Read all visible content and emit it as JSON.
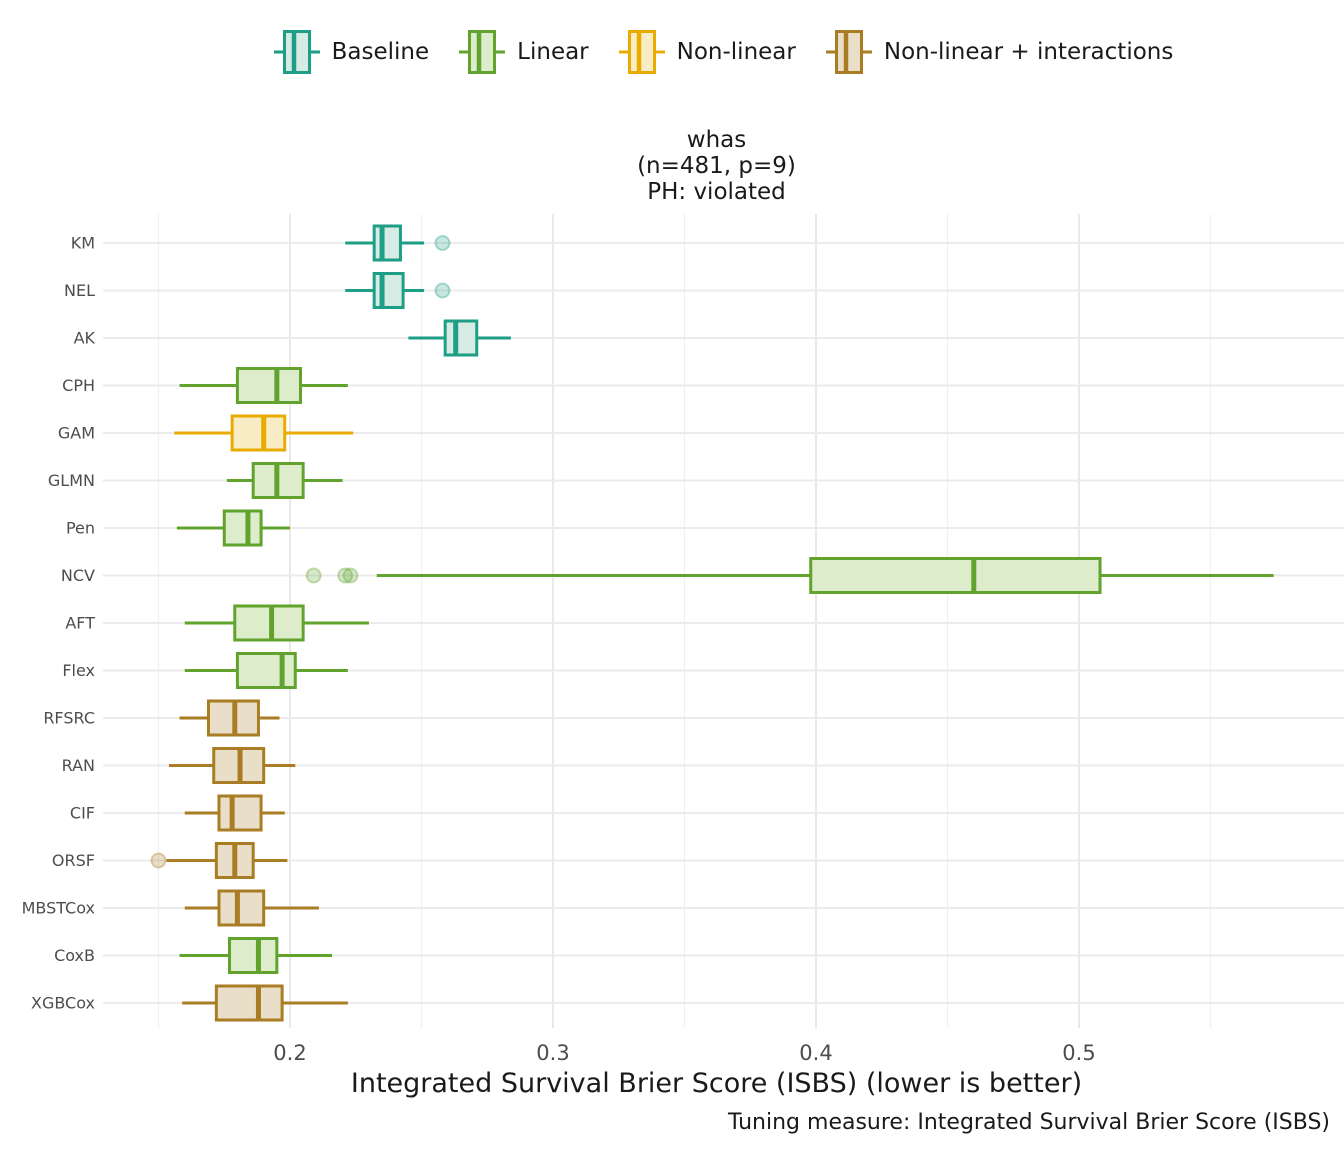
{
  "legend": {
    "items": [
      {
        "label": "Baseline",
        "stroke": "#1f9e87",
        "fill": "#d5ebe3"
      },
      {
        "label": "Linear",
        "stroke": "#61a32c",
        "fill": "#ddedcb"
      },
      {
        "label": "Non-linear",
        "stroke": "#e9ab01",
        "fill": "#f8ecc4"
      },
      {
        "label": "Non-linear + interactions",
        "stroke": "#a87d23",
        "fill": "#e9dfc9"
      }
    ]
  },
  "title": {
    "line1": "whas",
    "line2": "(n=481, p=9)",
    "line3": "PH: violated"
  },
  "axes": {
    "x_label": "Integrated Survival Brier Score (ISBS) (lower is better)"
  },
  "caption": "Tuning measure: Integrated Survival Brier Score (ISBS)",
  "chart_data": {
    "type": "boxplot",
    "orientation": "horizontal",
    "title": "whas (n=481, p=9) PH: violated",
    "xlabel": "Integrated Survival Brier Score (ISBS) (lower is better)",
    "ylabel": "",
    "xlim": [
      0.129,
      0.601
    ],
    "x_major_ticks": [
      0.2,
      0.3,
      0.4,
      0.5
    ],
    "x_minor_ticks": [
      0.15,
      0.25,
      0.35,
      0.45,
      0.55
    ],
    "grid": true,
    "legend_position": "top",
    "groups": {
      "Baseline": {
        "stroke": "#1f9e87",
        "fill": "#d5ebe3"
      },
      "Linear": {
        "stroke": "#61a32c",
        "fill": "#ddedcb"
      },
      "Non-linear": {
        "stroke": "#e9ab01",
        "fill": "#f8ecc4"
      },
      "Non-linear + interactions": {
        "stroke": "#a87d23",
        "fill": "#e9dfc9"
      }
    },
    "rows": [
      {
        "label": "KM",
        "group": "Baseline",
        "whisker_lo": 0.221,
        "q1": 0.232,
        "median": 0.235,
        "q3": 0.242,
        "whisker_hi": 0.251,
        "outliers": [
          0.258
        ]
      },
      {
        "label": "NEL",
        "group": "Baseline",
        "whisker_lo": 0.221,
        "q1": 0.232,
        "median": 0.235,
        "q3": 0.243,
        "whisker_hi": 0.251,
        "outliers": [
          0.258
        ]
      },
      {
        "label": "AK",
        "group": "Baseline",
        "whisker_lo": 0.245,
        "q1": 0.259,
        "median": 0.263,
        "q3": 0.271,
        "whisker_hi": 0.284,
        "outliers": []
      },
      {
        "label": "CPH",
        "group": "Linear",
        "whisker_lo": 0.158,
        "q1": 0.18,
        "median": 0.195,
        "q3": 0.204,
        "whisker_hi": 0.222,
        "outliers": []
      },
      {
        "label": "GAM",
        "group": "Non-linear",
        "whisker_lo": 0.156,
        "q1": 0.178,
        "median": 0.19,
        "q3": 0.198,
        "whisker_hi": 0.224,
        "outliers": []
      },
      {
        "label": "GLMN",
        "group": "Linear",
        "whisker_lo": 0.176,
        "q1": 0.186,
        "median": 0.195,
        "q3": 0.205,
        "whisker_hi": 0.22,
        "outliers": []
      },
      {
        "label": "Pen",
        "group": "Linear",
        "whisker_lo": 0.157,
        "q1": 0.175,
        "median": 0.184,
        "q3": 0.189,
        "whisker_hi": 0.2,
        "outliers": []
      },
      {
        "label": "NCV",
        "group": "Linear",
        "whisker_lo": 0.233,
        "q1": 0.398,
        "median": 0.46,
        "q3": 0.508,
        "whisker_hi": 0.574,
        "outliers": [
          0.209,
          0.221,
          0.223
        ]
      },
      {
        "label": "AFT",
        "group": "Linear",
        "whisker_lo": 0.16,
        "q1": 0.179,
        "median": 0.193,
        "q3": 0.205,
        "whisker_hi": 0.23,
        "outliers": []
      },
      {
        "label": "Flex",
        "group": "Linear",
        "whisker_lo": 0.16,
        "q1": 0.18,
        "median": 0.197,
        "q3": 0.202,
        "whisker_hi": 0.222,
        "outliers": []
      },
      {
        "label": "RFSRC",
        "group": "Non-linear + interactions",
        "whisker_lo": 0.158,
        "q1": 0.169,
        "median": 0.179,
        "q3": 0.188,
        "whisker_hi": 0.196,
        "outliers": []
      },
      {
        "label": "RAN",
        "group": "Non-linear + interactions",
        "whisker_lo": 0.154,
        "q1": 0.171,
        "median": 0.181,
        "q3": 0.19,
        "whisker_hi": 0.202,
        "outliers": []
      },
      {
        "label": "CIF",
        "group": "Non-linear + interactions",
        "whisker_lo": 0.16,
        "q1": 0.173,
        "median": 0.178,
        "q3": 0.189,
        "whisker_hi": 0.198,
        "outliers": []
      },
      {
        "label": "ORSF",
        "group": "Non-linear + interactions",
        "whisker_lo": 0.153,
        "q1": 0.172,
        "median": 0.179,
        "q3": 0.186,
        "whisker_hi": 0.199,
        "outliers": [
          0.15
        ]
      },
      {
        "label": "MBSTCox",
        "group": "Non-linear + interactions",
        "whisker_lo": 0.16,
        "q1": 0.173,
        "median": 0.18,
        "q3": 0.19,
        "whisker_hi": 0.211,
        "outliers": []
      },
      {
        "label": "CoxB",
        "group": "Linear",
        "whisker_lo": 0.158,
        "q1": 0.177,
        "median": 0.188,
        "q3": 0.195,
        "whisker_hi": 0.216,
        "outliers": []
      },
      {
        "label": "XGBCox",
        "group": "Non-linear + interactions",
        "whisker_lo": 0.159,
        "q1": 0.172,
        "median": 0.188,
        "q3": 0.197,
        "whisker_hi": 0.222,
        "outliers": []
      }
    ]
  }
}
